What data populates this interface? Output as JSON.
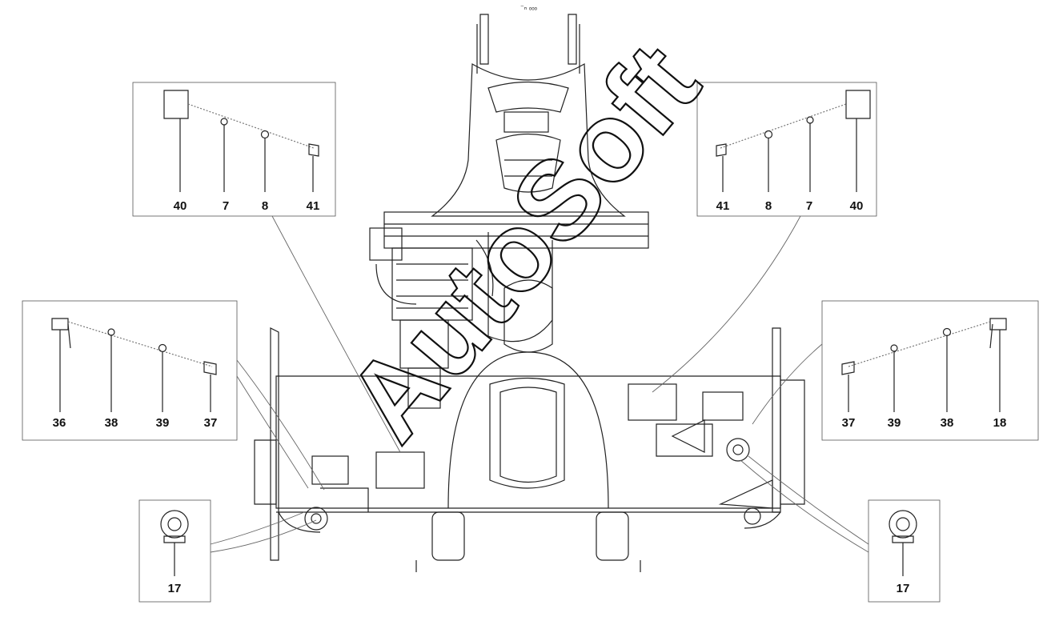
{
  "top_text": "⁻ₙ ₒₒₒ",
  "watermark": "AutoSoft",
  "callouts": {
    "top_left": [
      "40",
      "7",
      "8",
      "41"
    ],
    "top_right": [
      "41",
      "8",
      "7",
      "40"
    ],
    "mid_left": [
      "36",
      "38",
      "39",
      "37"
    ],
    "mid_right": [
      "37",
      "39",
      "38",
      "18"
    ],
    "bottom_left": [
      "17"
    ],
    "bottom_right": [
      "17"
    ]
  }
}
